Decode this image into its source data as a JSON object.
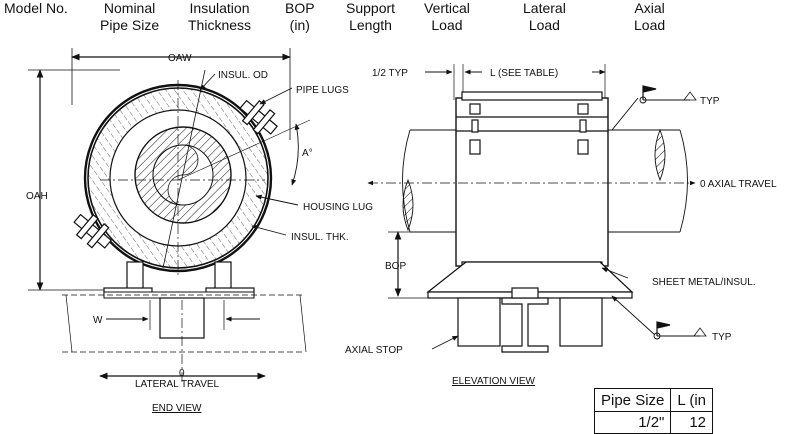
{
  "header": {
    "model_no": "Model No.",
    "nominal_1": "Nominal",
    "nominal_2": "Pipe Size",
    "insulation_1": "Insulation",
    "insulation_2": "Thickness",
    "bop_1": "BOP",
    "bop_2": "(in)",
    "support_1": "Support",
    "support_2": "Length",
    "vertical_1": "Vertical",
    "vertical_2": "Load",
    "lateral_1": "Lateral",
    "lateral_2": "Load",
    "axial_1": "Axial",
    "axial_2": "Load"
  },
  "end_view": {
    "oaw": "OAW",
    "oah": "OAH",
    "insul_od": "INSUL. OD",
    "pipe_lugs": "PIPE LUGS",
    "angle": "A°",
    "housing_lug": "HOUSING LUG",
    "insul_thk": "INSUL. THK.",
    "w": "W",
    "zero": "0",
    "lateral_travel": "LATERAL TRAVEL",
    "title": "END VIEW"
  },
  "elevation_view": {
    "half_typ": "1/2 TYP",
    "l_see_table": "L (SEE TABLE)",
    "typ_top": "TYP",
    "axial_travel": "0 AXIAL TRAVEL",
    "bop": "BOP",
    "sheet_metal": "SHEET METAL/INSUL.",
    "axial_stop": "AXIAL STOP",
    "typ_bottom": "TYP",
    "title": "ELEVATION VIEW"
  },
  "table": {
    "col1": "Pipe Size",
    "col2": "L (in",
    "row1_a": "1/2\"",
    "row1_b": "12"
  }
}
